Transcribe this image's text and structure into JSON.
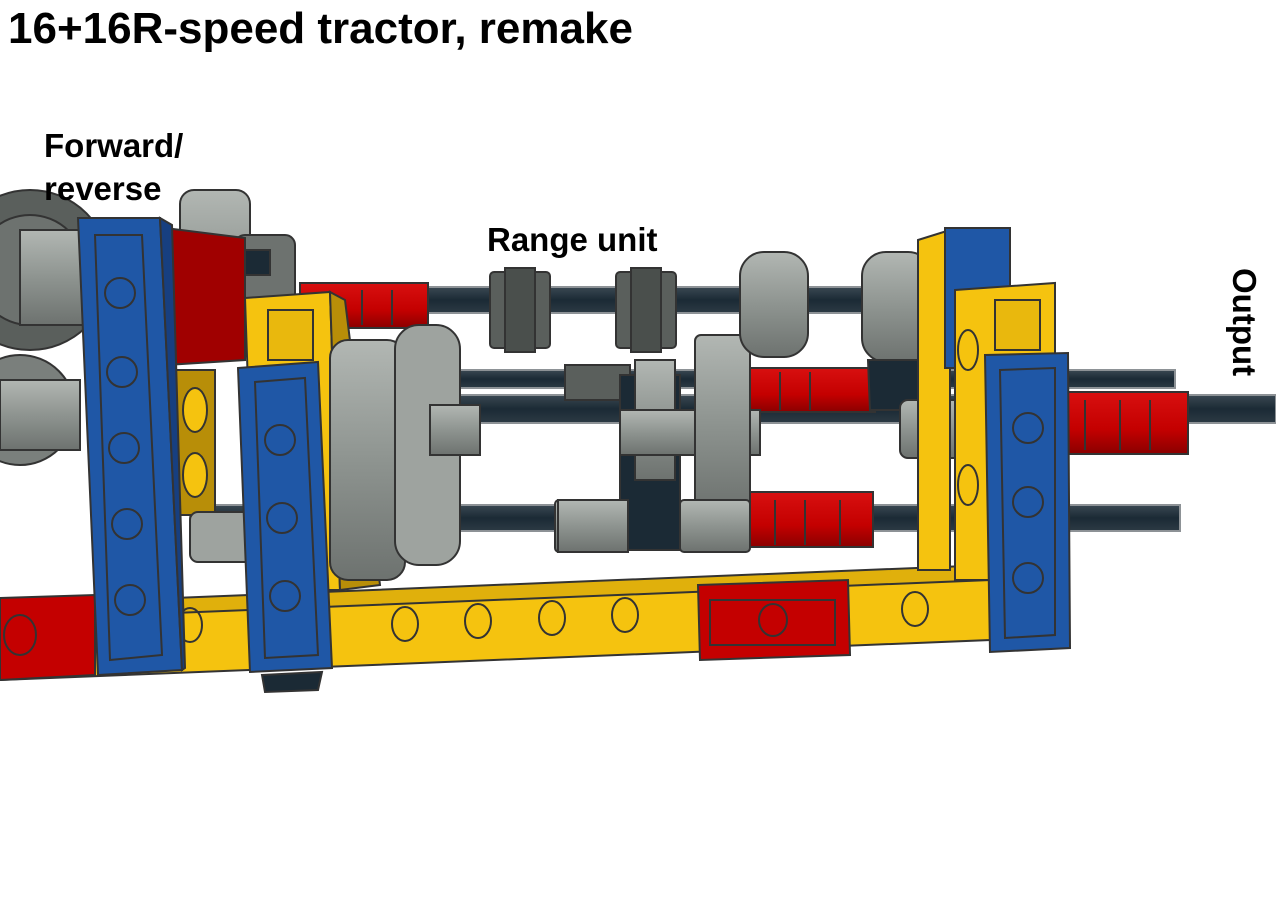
{
  "title": "16+16R-speed tractor, remake",
  "labels": {
    "forward_reverse_line1": "Forward/",
    "forward_reverse_line2": "reverse",
    "range_unit": "Range unit",
    "output": "Output"
  },
  "colors": {
    "background": "#ffffff",
    "blue": "#1f57a6",
    "blue_dark": "#173f80",
    "yellow": "#f5c30f",
    "yellow_dark": "#b88e08",
    "red": "#c40000",
    "red_dark": "#8a0000",
    "gear_gray": "#8e9490",
    "gear_dark": "#5a5f5c",
    "axle": "#1b2a35",
    "outline": "#333333"
  }
}
